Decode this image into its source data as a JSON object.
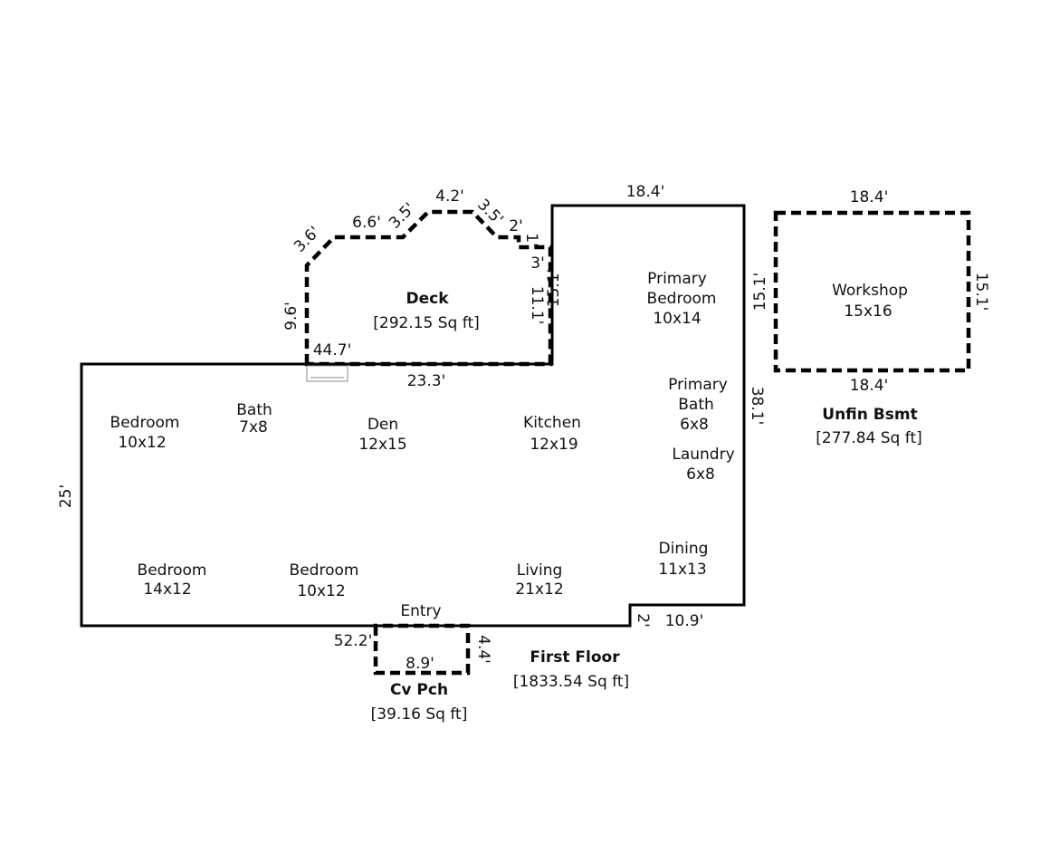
{
  "areas": {
    "deck": {
      "name": "Deck",
      "area": "[292.15 Sq ft]"
    },
    "unfin_bsmt": {
      "name": "Unfin Bsmt",
      "area": "[277.84 Sq ft]"
    },
    "first_floor": {
      "name": "First Floor",
      "area": "[1833.54 Sq ft]"
    },
    "cv_pch": {
      "name": "Cv Pch",
      "area": "[39.16 Sq ft]"
    }
  },
  "rooms": {
    "primary_bedroom": {
      "l1": "Primary",
      "l2": "Bedroom",
      "size": "10x14"
    },
    "workshop": {
      "name": "Workshop",
      "size": "15x16"
    },
    "primary_bath": {
      "l1": "Primary",
      "l2": "Bath",
      "size": "6x8"
    },
    "laundry": {
      "name": "Laundry",
      "size": "6x8"
    },
    "bedroom_nw": {
      "name": "Bedroom",
      "size": "10x12"
    },
    "bath": {
      "name": "Bath",
      "size": "7x8"
    },
    "den": {
      "name": "Den",
      "size": "12x15"
    },
    "kitchen": {
      "name": "Kitchen",
      "size": "12x19"
    },
    "dining": {
      "name": "Dining",
      "size": "11x13"
    },
    "bedroom_sw": {
      "name": "Bedroom",
      "size": "14x12"
    },
    "bedroom_s": {
      "name": "Bedroom",
      "size": "10x12"
    },
    "living": {
      "name": "Living",
      "size": "21x12"
    },
    "entry": {
      "name": "Entry"
    }
  },
  "dimensions": {
    "deck_left": "9.6'",
    "deck_diag_left": "3.6'",
    "deck_top_left": "6.6'",
    "deck_diag_mid": "3.5'",
    "deck_top": "4.2'",
    "deck_diag_right": "3.5'",
    "deck_step_top": "2'",
    "deck_step_side": "1'",
    "deck_step_bottom": "3'",
    "deck_right": "11.1'",
    "deck_bottom_left": "44.7'",
    "deck_bottom": "23.3'",
    "house_top": "18.4'",
    "house_upper_right_inner": "15.1'",
    "house_upper_right_outer": "15.1'",
    "house_right": "38.1'",
    "house_left": "25'",
    "house_bottom_right": "10.9'",
    "house_step": "2'",
    "house_bottom": "52.2'",
    "porch_right": "4.4'",
    "porch_bottom": "8.9'",
    "workshop_top": "18.4'",
    "workshop_bottom": "18.4'",
    "workshop_right": "15.1'"
  }
}
